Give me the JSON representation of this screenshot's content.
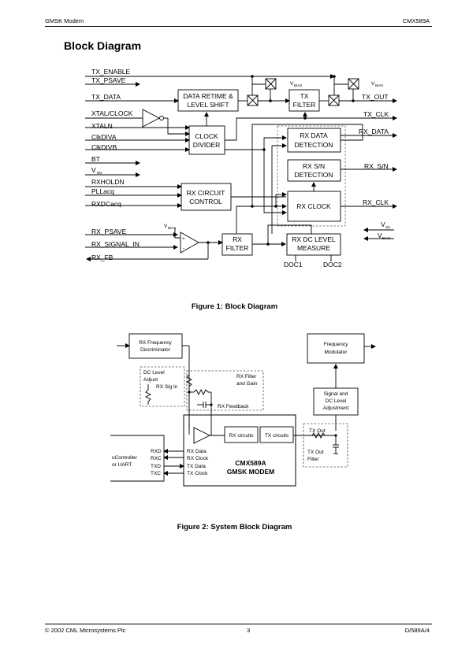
{
  "header": {
    "left": "GMSK Modem",
    "right": "CMX589A"
  },
  "section_title": "Block Diagram",
  "fig1": {
    "caption": "Figure 1: Block Diagram",
    "pins_left": {
      "tx_enable": "TX_ENABLE",
      "tx_psave": "TX_PSAVE",
      "tx_data": "TX_DATA",
      "xtal_clock": "XTAL/CLOCK",
      "xtaln": "XTALN",
      "clkdiva": "ClkDIVA",
      "clkdivb": "ClkDIVB",
      "bt": "BT",
      "vdd": "V",
      "vdd_sub": "DD",
      "rxholdn": "RXHOLDN",
      "pllacq": "PLLacq",
      "rxdcacq": "RXDCacq",
      "rx_psave": "RX_PSAVE",
      "rx_signal_in": "RX_SIGNAL_IN",
      "rx_fb": "RX_FB"
    },
    "pins_right": {
      "tx_out": "TX_OUT",
      "tx_clk": "TX_CLK",
      "rx_data": "RX_DATA",
      "rx_sn": "RX_S/N",
      "rx_clk": "RX_CLK",
      "vss": "V",
      "vss_sub": "SS",
      "vbias": "V",
      "vbias_sub": "BIAS",
      "doc1": "DOC1",
      "doc2": "DOC2"
    },
    "vbias_label": "V",
    "vbias_sub": "BIAS",
    "blocks": {
      "retime_1": "DATA RETIME &",
      "retime_2": "LEVEL SHIFT",
      "txfilter_1": "TX",
      "txfilter_2": "FILTER",
      "clockdiv_1": "CLOCK",
      "clockdiv_2": "DIVIDER",
      "rxdatadet_1": "RX DATA",
      "rxdatadet_2": "DETECTION",
      "rxsn_1": "RX S/N",
      "rxsn_2": "DETECTION",
      "rxcircuit_1": "RX CIRCUIT",
      "rxcircuit_2": "CONTROL",
      "rxclock": "RX CLOCK",
      "rxfilter_1": "RX",
      "rxfilter_2": "FILTER",
      "rxdc_1": "RX DC LEVEL",
      "rxdc_2": "MEASURE"
    }
  },
  "fig2": {
    "caption": "Figure 2: System Block Diagram",
    "rx_freq_disc_1": "RX Frequency",
    "rx_freq_disc_2": "Discriminator",
    "freq_mod_1": "Frequency",
    "freq_mod_2": "Modulator",
    "dc_level_adjust_1": "DC Level",
    "dc_level_adjust_2": "Adjust",
    "rx_sig_in": "RX Sig In",
    "rx_filter_gain_1": "RX Filter",
    "rx_filter_gain_2": "and Gain",
    "rx_feedback": "RX Feedback",
    "signal_dc_1": "Signal and",
    "signal_dc_2": "DC Level",
    "signal_dc_3": "Adjustment",
    "rx_circuits": "RX circuits",
    "tx_circuits": "TX circuits",
    "tx_out": "TX Out",
    "tx_out_filter_1": "TX Out",
    "tx_out_filter_2": "Filter",
    "chip_1": "CMX589A",
    "chip_2": "GMSK MODEM",
    "uc_1": "uController",
    "uc_2": "or UART",
    "uc_pins": [
      "RXD",
      "RXC",
      "TXD",
      "TXC"
    ],
    "chip_pins": [
      "RX Data",
      "RX Clock",
      "TX Data",
      "TX Clock"
    ]
  },
  "footer": {
    "left": "© 2002 CML Microsystems Plc",
    "center": "3",
    "right": "D/589A/4"
  }
}
